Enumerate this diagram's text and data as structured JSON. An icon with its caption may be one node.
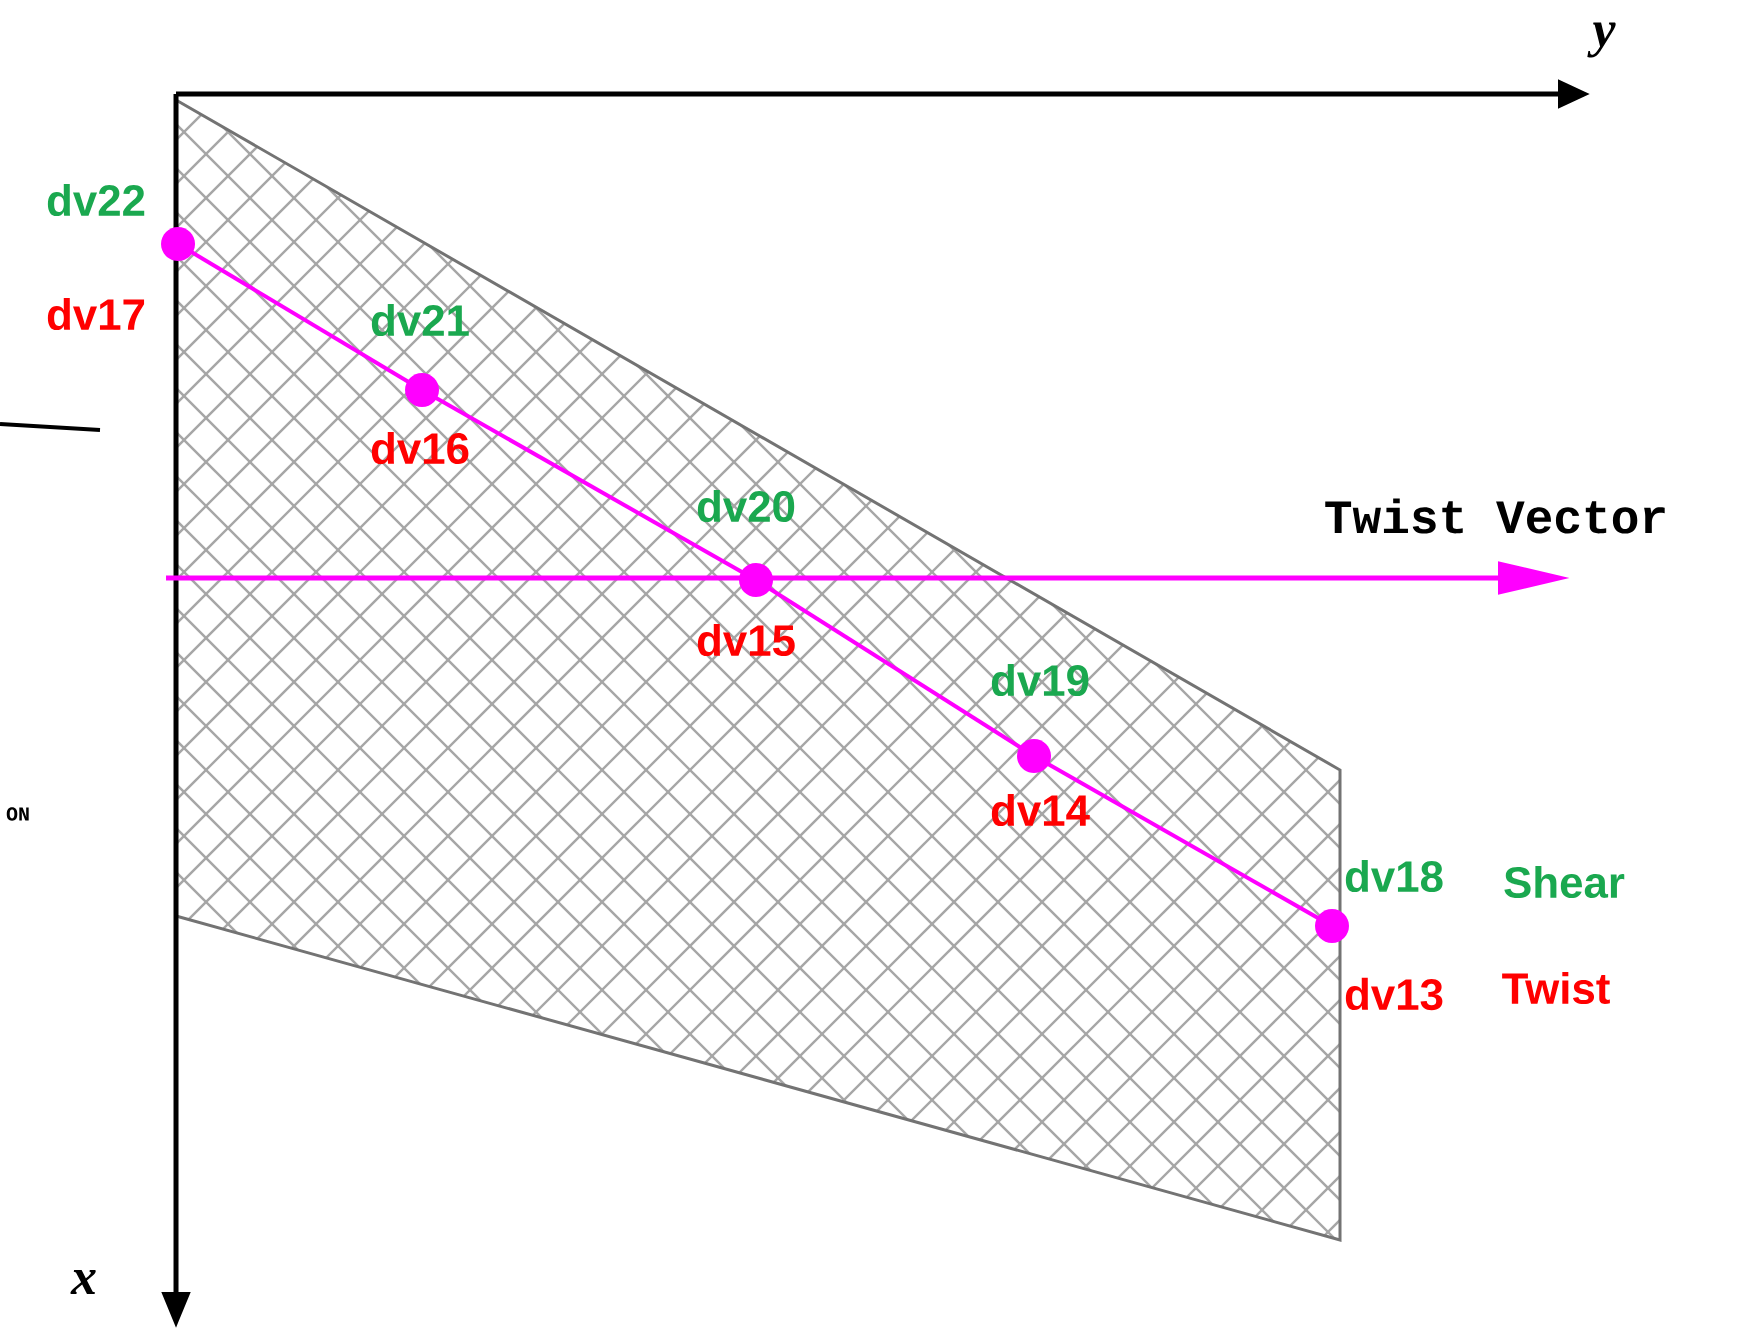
{
  "diagram": {
    "nodes": [
      {
        "text": [],
        "shape": "circle",
        "beside": [
          "dv22",
          "dv17"
        ]
      },
      {
        "text": [],
        "shape": "circle",
        "beside": [
          "dv21",
          "dv16"
        ]
      },
      {
        "text": [],
        "shape": "circle",
        "beside": [
          "dv20",
          "dv15"
        ]
      },
      {
        "text": [],
        "shape": "circle",
        "beside": [
          "dv19",
          "dv14"
        ]
      },
      {
        "text": [],
        "shape": "circle",
        "beside": [
          "dv18",
          "dv13"
        ]
      }
    ],
    "edges": [
      {
        "from": 0,
        "to": 1,
        "arrow": "none"
      },
      {
        "from": 1,
        "to": 2,
        "arrow": "none"
      },
      {
        "from": 2,
        "to": 3,
        "arrow": "none"
      },
      {
        "from": 3,
        "to": 4,
        "arrow": "none"
      }
    ],
    "labels": [
      "y",
      "Twist Vector",
      "Shear",
      "Twist",
      "x",
      "ON"
    ]
  }
}
